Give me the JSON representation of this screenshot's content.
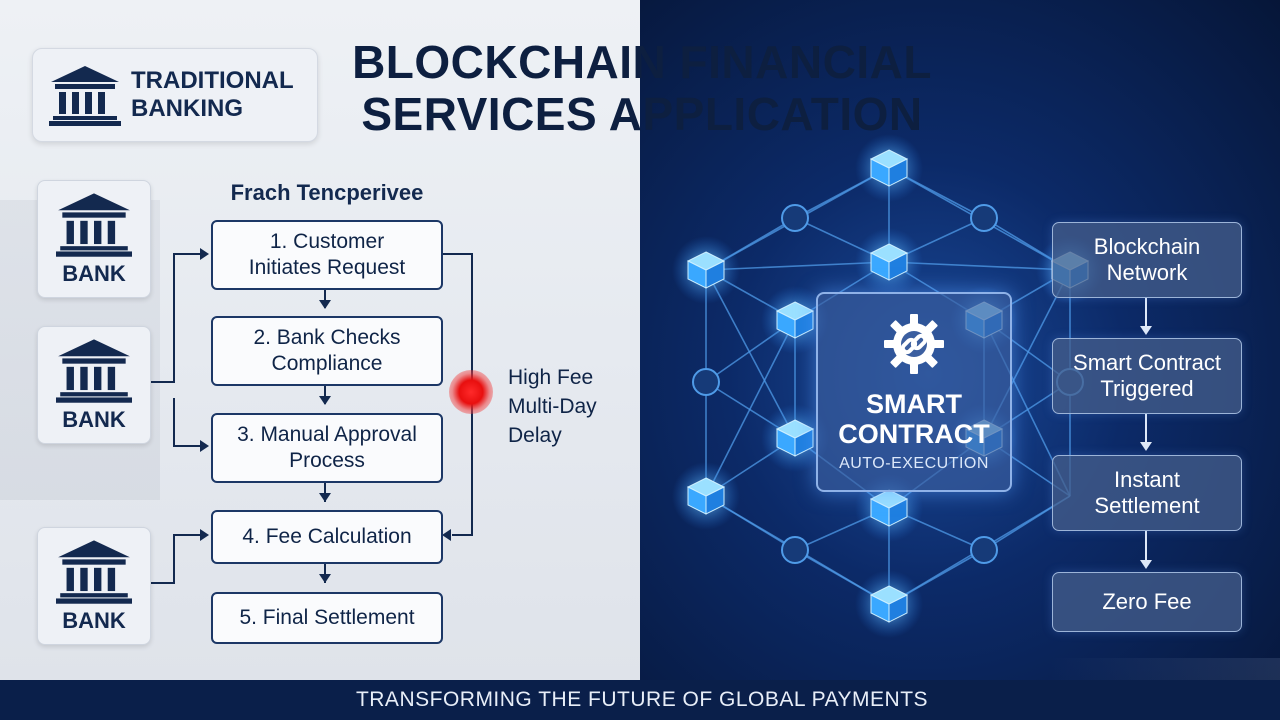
{
  "title": {
    "line1": "BLOCKCHAIN FINANCIAL",
    "line2": "SERVICES APPLICATION"
  },
  "traditional": {
    "label_line1": "TRADITIONAL",
    "label_line2": "BANKING",
    "banks": [
      "BANK",
      "BANK",
      "BANK"
    ],
    "process_heading": "Frach Tencperivee",
    "steps": [
      {
        "line1": "1. Customer",
        "line2": "Initiates Request"
      },
      {
        "line1": "2. Bank Checks",
        "line2": "Compliance"
      },
      {
        "line1": "3. Manual Approval",
        "line2": "Process"
      },
      {
        "line1": "4. Fee Calculation",
        "line2": ""
      },
      {
        "line1": "5. Final Settlement",
        "line2": ""
      }
    ],
    "fee_note": [
      "High Fee",
      "Multi-Day",
      "Delay"
    ],
    "fee_dot_color": "#e80f0f"
  },
  "blockchain": {
    "smart_contract_title_line1": "SMART",
    "smart_contract_title_line2": "CONTRACT",
    "smart_contract_subtitle": "AUTO-EXECUTION",
    "flow": [
      {
        "line1": "Blockchain",
        "line2": "Network"
      },
      {
        "line1": "Smart Contract",
        "line2": "Triggered"
      },
      {
        "line1": "Instant",
        "line2": "Settlement"
      },
      {
        "line1": "Zero Fee",
        "line2": ""
      }
    ],
    "node_color": "#3aa8ff"
  },
  "footer": {
    "text": "TRANSFORMING THE FUTURE OF GLOBAL PAYMENTS"
  },
  "icons": [
    "bank-icon",
    "gear-chain-icon",
    "cube-node-icon"
  ]
}
